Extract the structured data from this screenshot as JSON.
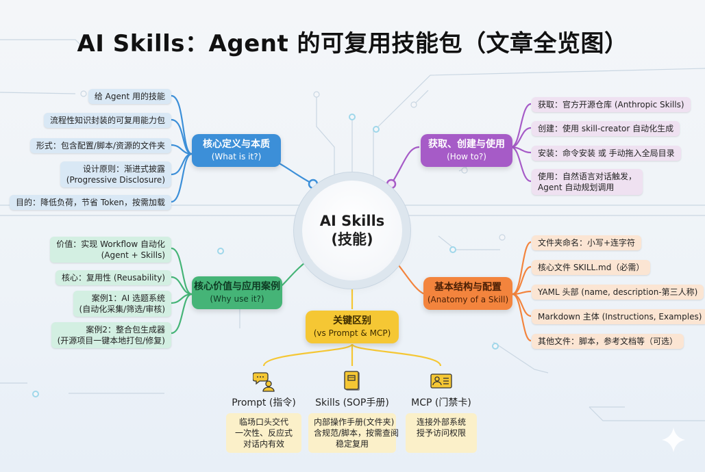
{
  "title": "AI Skills：Agent 的可复用技能包（文章全览图）",
  "center": {
    "line1": "AI Skills",
    "line2": "(技能)"
  },
  "colors": {
    "blue": "#3c8fd8",
    "purple": "#a65bc7",
    "green": "#45b477",
    "orange": "#f3843d",
    "yellow": "#f5c734"
  },
  "branches": {
    "definition": {
      "title": "核心定义与本质",
      "subtitle": "(What is it?)",
      "items": [
        {
          "line1": "给 Agent 用的技能"
        },
        {
          "line1": "流程性知识封装的可复用能力包"
        },
        {
          "line1": "形式：包含配置/脚本/资源的文件夹"
        },
        {
          "line1": "设计原则：渐进式披露",
          "line2": "(Progressive Disclosure)"
        },
        {
          "line1": "目的：降低负荷，节省 Token，按需加载"
        }
      ]
    },
    "usage": {
      "title": "获取、创建与使用",
      "subtitle": "(How to?)",
      "items": [
        {
          "line1": "获取：官方开源仓库 (Anthropic Skills)"
        },
        {
          "line1": "创建：使用 skill-creator 自动化生成"
        },
        {
          "line1": "安装：命令安装 或 手动拖入全局目录"
        },
        {
          "line1": "使用：自然语言对话触发，",
          "line2": "Agent 自动规划调用"
        }
      ]
    },
    "value": {
      "title": "核心价值与应用案例",
      "subtitle": "(Why use it?)",
      "items": [
        {
          "line1": "价值：实现 Workflow 自动化",
          "line2": "(Agent + Skills)"
        },
        {
          "line1": "核心：复用性 (Reusability)"
        },
        {
          "line1": "案例1：AI 选题系统",
          "line2": "(自动化采集/筛选/审核)"
        },
        {
          "line1": "案例2：整合包生成器",
          "line2": "(开源项目一键本地打包/修复)"
        }
      ]
    },
    "structure": {
      "title": "基本结构与配置",
      "subtitle": "(Anatomy of a Skill)",
      "items": [
        {
          "line1": "文件夹命名：小写+连字符"
        },
        {
          "line1": "核心文件 SKILL.md（必需）"
        },
        {
          "line1": "YAML 头部 (name, description-第三人称)"
        },
        {
          "line1": "Markdown 主体 (Instructions, Examples)"
        },
        {
          "line1": "其他文件：脚本，参考文档等（可选）"
        }
      ]
    },
    "difference": {
      "title": "关键区别",
      "subtitle": "(vs Prompt & MCP)",
      "items": [
        {
          "icon": "chat-person-icon",
          "name": "Prompt (指令)",
          "desc": [
            "临场口头交代",
            "一次性、反应式",
            "对话内有效"
          ]
        },
        {
          "icon": "manual-book-icon",
          "name": "Skills (SOP手册)",
          "desc": [
            "内部操作手册(文件夹)",
            "含规范/脚本，按需查阅",
            "稳定复用"
          ]
        },
        {
          "icon": "id-card-icon",
          "name": "MCP (门禁卡)",
          "desc": [
            "连接外部系统",
            "授予访问权限"
          ]
        }
      ]
    }
  }
}
